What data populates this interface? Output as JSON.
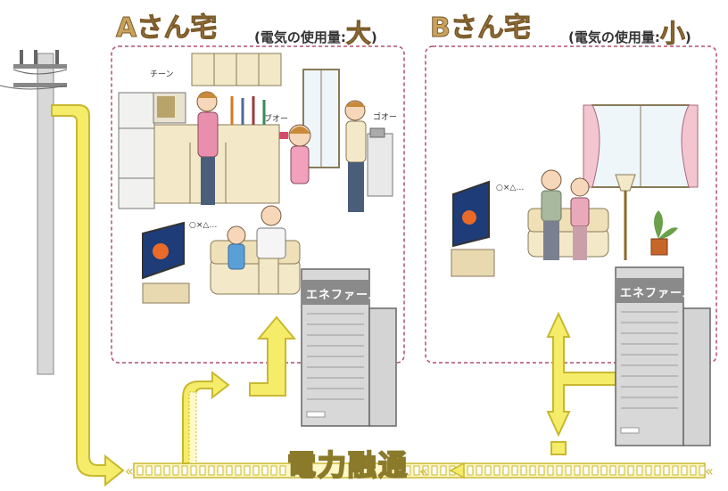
{
  "houses": {
    "a": {
      "title": "Aさん宅",
      "usage_prefix": "(電気の使用量:",
      "usage_value": "大",
      "usage_suffix": ")"
    },
    "b": {
      "title": "Bさん宅",
      "usage_prefix": "(電気の使用量:",
      "usage_value": "小",
      "usage_suffix": ")"
    }
  },
  "unit_label": "エネファーム",
  "center_label": "電力融通",
  "sound_effects": {
    "microwave": "チーン",
    "dryer": "ブオー",
    "kettle": "ゴオー",
    "tv_a": "○×△…",
    "tv_b": "○×△…"
  },
  "colors": {
    "flow_yellow": "#f5ec6a",
    "flow_outline": "#c8b830",
    "dashed_border": "#b0506a",
    "title_gold": "#c9a25c"
  }
}
